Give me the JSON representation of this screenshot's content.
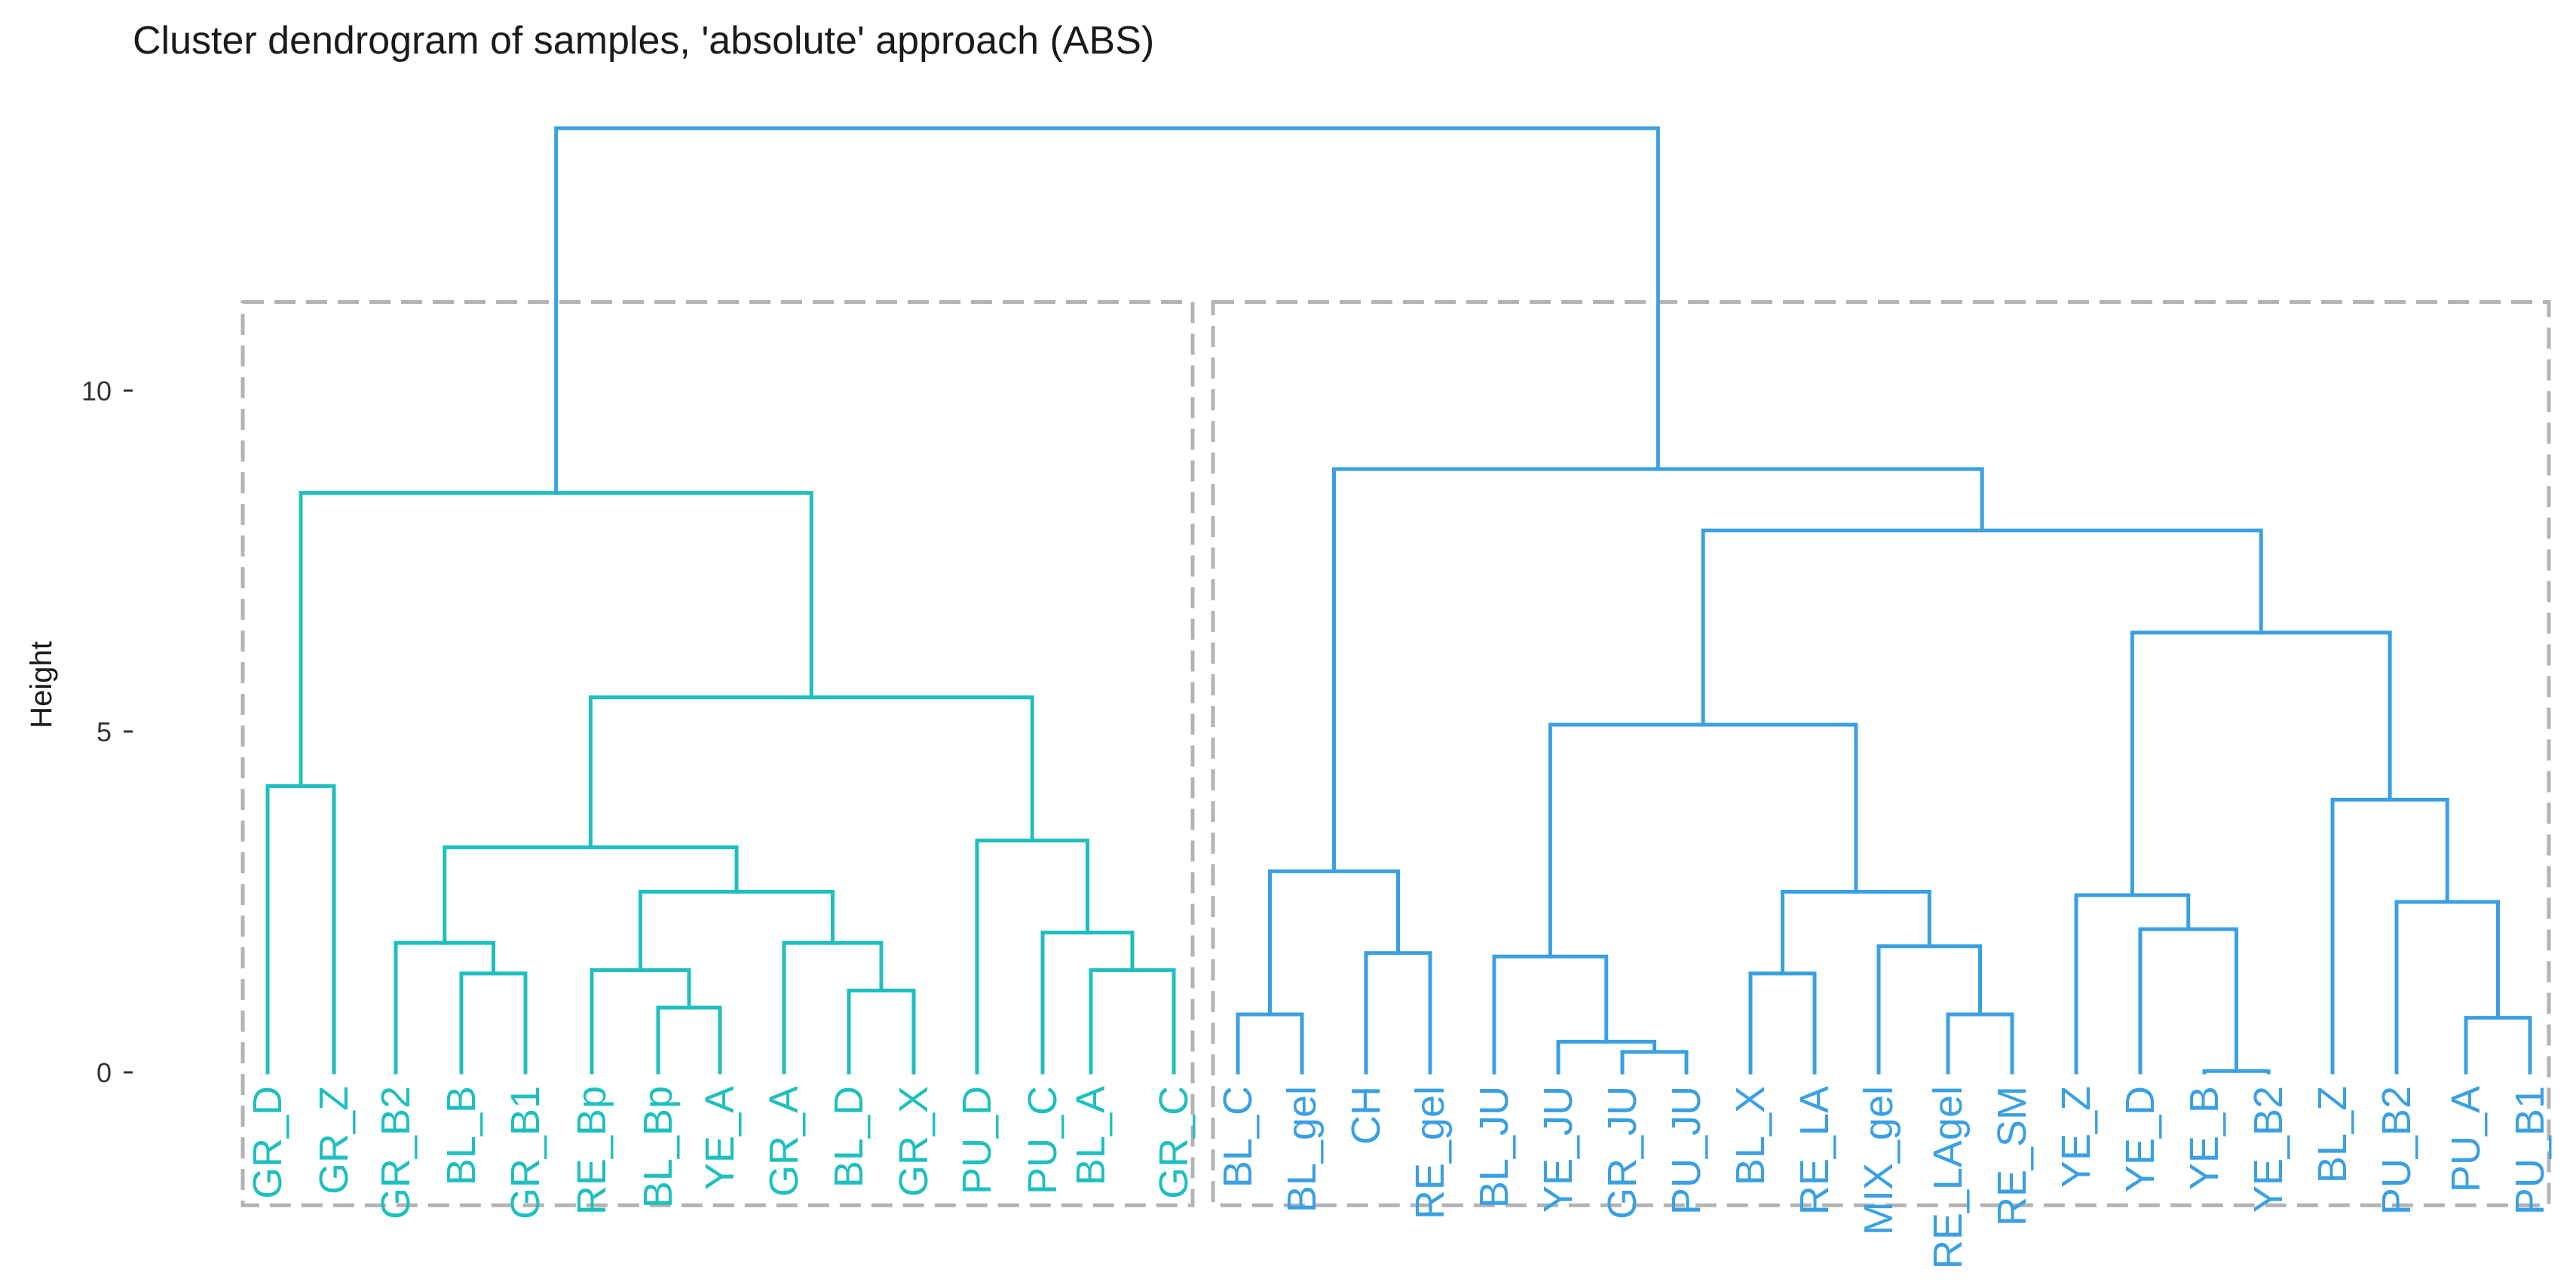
{
  "chart_data": {
    "type": "dendrogram",
    "title": "Cluster dendrogram of samples, 'absolute' approach (ABS)",
    "ylabel": "Height",
    "ylim": [
      -2.3,
      14.5
    ],
    "yticks": [
      0,
      5,
      10
    ],
    "colors": {
      "cluster1": "#1fbfbf",
      "cluster2": "#3aa0e3",
      "box": "#b3b3b3",
      "axis": "#333333"
    },
    "leaves": [
      {
        "label": "GR_D",
        "cluster": 1
      },
      {
        "label": "GR_Z",
        "cluster": 1
      },
      {
        "label": "GR_B2",
        "cluster": 1
      },
      {
        "label": "BL_B",
        "cluster": 1
      },
      {
        "label": "GR_B1",
        "cluster": 1
      },
      {
        "label": "RE_Bp",
        "cluster": 1
      },
      {
        "label": "BL_Bp",
        "cluster": 1
      },
      {
        "label": "YE_A",
        "cluster": 1
      },
      {
        "label": "GR_A",
        "cluster": 1
      },
      {
        "label": "BL_D",
        "cluster": 1
      },
      {
        "label": "GR_X",
        "cluster": 1
      },
      {
        "label": "PU_D",
        "cluster": 1
      },
      {
        "label": "PU_C",
        "cluster": 1
      },
      {
        "label": "BL_A",
        "cluster": 1
      },
      {
        "label": "GR_C",
        "cluster": 1
      },
      {
        "label": "BL_C",
        "cluster": 2
      },
      {
        "label": "BL_gel",
        "cluster": 2
      },
      {
        "label": "CH",
        "cluster": 2
      },
      {
        "label": "RE_gel",
        "cluster": 2
      },
      {
        "label": "BL_JU",
        "cluster": 2
      },
      {
        "label": "YE_JU",
        "cluster": 2
      },
      {
        "label": "GR_JU",
        "cluster": 2
      },
      {
        "label": "PU_JU",
        "cluster": 2
      },
      {
        "label": "BL_X",
        "cluster": 2
      },
      {
        "label": "RE_LA",
        "cluster": 2
      },
      {
        "label": "MIX_gel",
        "cluster": 2
      },
      {
        "label": "RE_LAgel",
        "cluster": 2
      },
      {
        "label": "RE_SM",
        "cluster": 2
      },
      {
        "label": "YE_Z",
        "cluster": 2
      },
      {
        "label": "YE_D",
        "cluster": 2
      },
      {
        "label": "YE_B",
        "cluster": 2
      },
      {
        "label": "YE_B2",
        "cluster": 2
      },
      {
        "label": "BL_Z",
        "cluster": 2
      },
      {
        "label": "PU_B2",
        "cluster": 2
      },
      {
        "label": "PU_A",
        "cluster": 2
      },
      {
        "label": "PU_B1",
        "cluster": 2
      }
    ],
    "merges": [
      {
        "left": "GR_D",
        "right": "GR_Z",
        "height": 4.2,
        "cluster": 1
      },
      {
        "left": "BL_B",
        "right": "GR_B1",
        "height": 1.45,
        "cluster": 1
      },
      {
        "left": "GR_B2",
        "right": 1,
        "height": 1.9,
        "cluster": 1
      },
      {
        "left": "BL_Bp",
        "right": "YE_A",
        "height": 0.95,
        "cluster": 1
      },
      {
        "left": "RE_Bp",
        "right": 3,
        "height": 1.5,
        "cluster": 1
      },
      {
        "left": "BL_D",
        "right": "GR_X",
        "height": 1.2,
        "cluster": 1
      },
      {
        "left": "GR_A",
        "right": 5,
        "height": 1.9,
        "cluster": 1
      },
      {
        "left": 4,
        "right": 6,
        "height": 2.65,
        "cluster": 1
      },
      {
        "left": 2,
        "right": 7,
        "height": 3.3,
        "cluster": 1
      },
      {
        "left": "BL_A",
        "right": "GR_C",
        "height": 1.5,
        "cluster": 1
      },
      {
        "left": "PU_C",
        "right": 9,
        "height": 2.05,
        "cluster": 1
      },
      {
        "left": "PU_D",
        "right": 10,
        "height": 3.4,
        "cluster": 1
      },
      {
        "left": 8,
        "right": 11,
        "height": 5.5,
        "cluster": 1
      },
      {
        "left": 0,
        "right": 12,
        "height": 8.5,
        "cluster": 1
      },
      {
        "left": "BL_C",
        "right": "BL_gel",
        "height": 0.85,
        "cluster": 2
      },
      {
        "left": "CH",
        "right": "RE_gel",
        "height": 1.75,
        "cluster": 2
      },
      {
        "left": 14,
        "right": 15,
        "height": 2.95,
        "cluster": 2
      },
      {
        "left": "GR_JU",
        "right": "PU_JU",
        "height": 0.3,
        "cluster": 2
      },
      {
        "left": "YE_JU",
        "right": 17,
        "height": 0.45,
        "cluster": 2
      },
      {
        "left": "BL_JU",
        "right": 18,
        "height": 1.7,
        "cluster": 2
      },
      {
        "left": "BL_X",
        "right": "RE_LA",
        "height": 1.45,
        "cluster": 2
      },
      {
        "left": "RE_LAgel",
        "right": "RE_SM",
        "height": 0.85,
        "cluster": 2
      },
      {
        "left": "MIX_gel",
        "right": 21,
        "height": 1.85,
        "cluster": 2
      },
      {
        "left": 20,
        "right": 22,
        "height": 2.65,
        "cluster": 2
      },
      {
        "left": 19,
        "right": 23,
        "height": 5.1,
        "cluster": 2
      },
      {
        "left": "YE_B",
        "right": "YE_B2",
        "height": 0.02,
        "cluster": 2
      },
      {
        "left": "YE_D",
        "right": 25,
        "height": 2.1,
        "cluster": 2
      },
      {
        "left": "YE_Z",
        "right": 26,
        "height": 2.6,
        "cluster": 2
      },
      {
        "left": "PU_A",
        "right": "PU_B1",
        "height": 0.8,
        "cluster": 2
      },
      {
        "left": "PU_B2",
        "right": 28,
        "height": 2.5,
        "cluster": 2
      },
      {
        "left": "BL_Z",
        "right": 29,
        "height": 4.0,
        "cluster": 2
      },
      {
        "left": 27,
        "right": 30,
        "height": 6.45,
        "cluster": 2
      },
      {
        "left": 24,
        "right": 31,
        "height": 7.95,
        "cluster": 2
      },
      {
        "left": 16,
        "right": 32,
        "height": 8.85,
        "cluster": 2
      },
      {
        "left": 13,
        "right": 33,
        "height": 13.85,
        "cluster": 2
      }
    ],
    "cluster_boxes": [
      {
        "cluster": 1,
        "first_leaf": "GR_D",
        "last_leaf": "GR_C",
        "top_height": 11.3
      },
      {
        "cluster": 2,
        "first_leaf": "BL_C",
        "last_leaf": "PU_B1",
        "top_height": 11.3
      }
    ]
  }
}
